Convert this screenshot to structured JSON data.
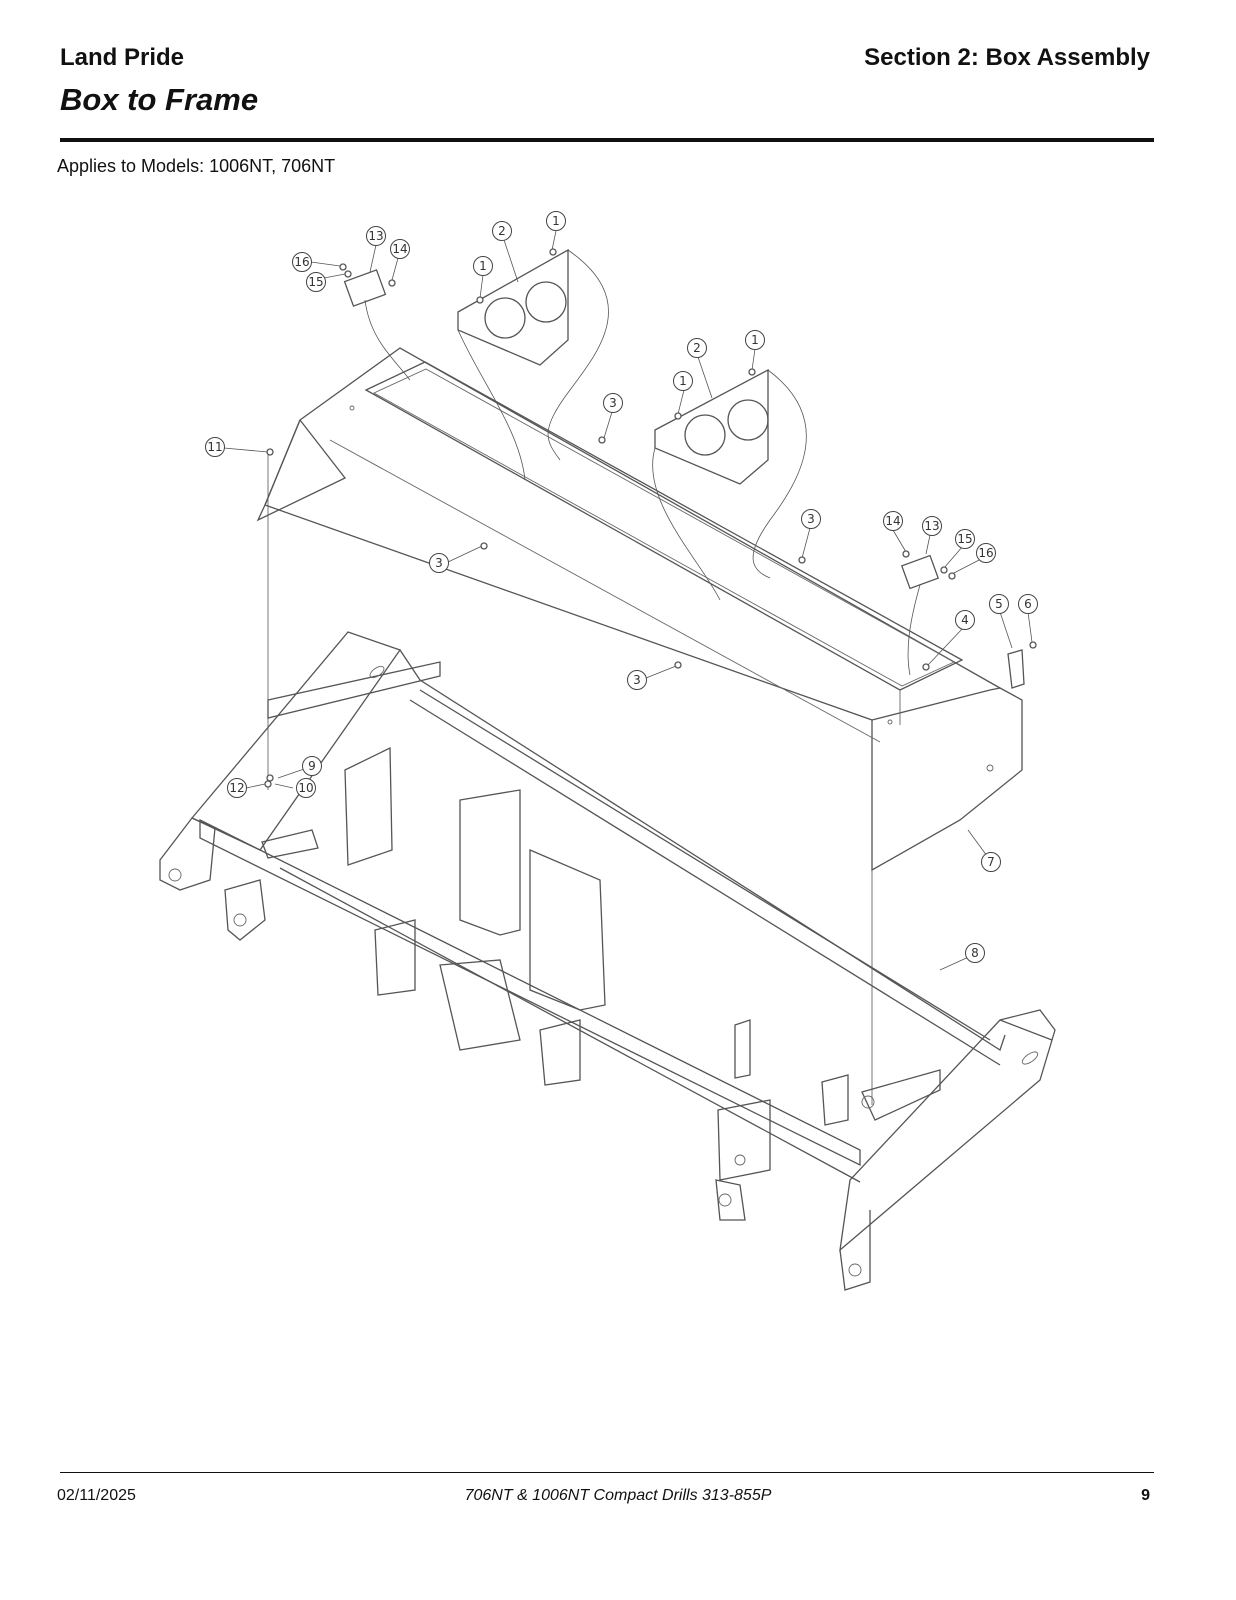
{
  "header": {
    "brand": "Land Pride",
    "section": "Section 2: Box Assembly",
    "title": "Box to Frame"
  },
  "applies_to": "Applies to Models: 1006NT, 706NT",
  "diagram": {
    "callout_labels": [
      "1",
      "1",
      "1",
      "1",
      "2",
      "2",
      "3",
      "3",
      "3",
      "3",
      "4",
      "5",
      "6",
      "7",
      "8",
      "9",
      "10",
      "11",
      "12",
      "13",
      "13",
      "14",
      "14",
      "15",
      "15",
      "16",
      "16"
    ]
  },
  "footer": {
    "date": "02/11/2025",
    "document": "706NT & 1006NT  Compact Drills  313-855P",
    "page": "9"
  }
}
